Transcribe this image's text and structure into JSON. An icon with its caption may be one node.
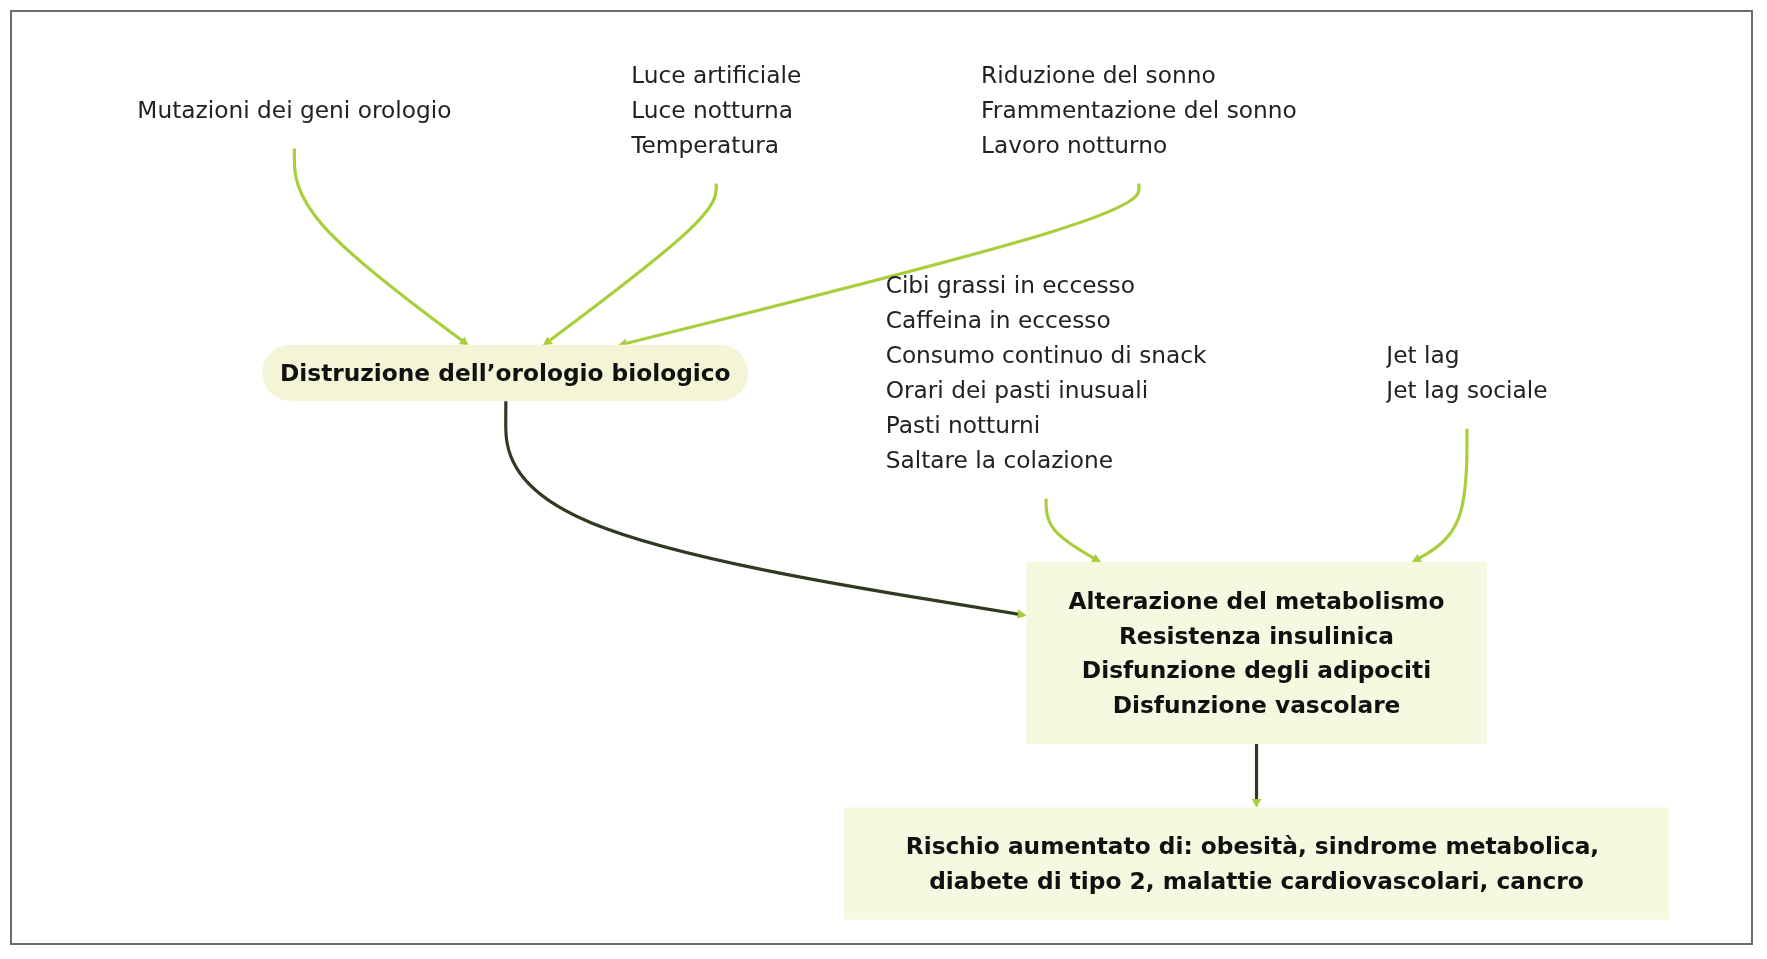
{
  "diagram": {
    "nodes": [
      {
        "text": [
          "Mutazioni dei geni orologio"
        ]
      },
      {
        "text": [
          "Luce artificiale",
          "Luce notturna",
          "Temperatura"
        ]
      },
      {
        "text": [
          "Distruzione dell’orologio biologico"
        ]
      },
      {
        "text": [
          "Riduzione del sonno",
          "Frammentazione del sonno",
          "Lavoro notturno"
        ]
      },
      {
        "text": [
          "Cibi grassi in eccesso",
          "Caffeina in eccesso",
          "Consumo continuo di snack",
          "Orari dei pasti inusuali",
          "Pasti notturni",
          "Saltare la colazione"
        ]
      },
      {
        "text": [
          "Alterazione del metabolismo",
          "Resistenza insulinica",
          "Disfunzione degli adipociti",
          "Disfunzione vascolare"
        ]
      },
      {
        "text": [
          "Jet lag",
          "Jet lag sociale"
        ]
      },
      {
        "text": [
          "Rischio aumentato di: obesità, sindrome metabolica, diabete di tipo 2, malattie cardiovascolari, cancro"
        ]
      }
    ],
    "edges": [
      {
        "from": 0,
        "to": 2,
        "arrow": "to"
      },
      {
        "from": 1,
        "to": 2,
        "arrow": "to"
      },
      {
        "from": 3,
        "to": 2,
        "arrow": "to"
      },
      {
        "from": 2,
        "to": 5,
        "arrow": "to",
        "color": "#2f3a22"
      },
      {
        "from": 4,
        "to": 5,
        "arrow": "to"
      },
      {
        "from": 6,
        "to": 5,
        "arrow": "to"
      },
      {
        "from": 5,
        "to": 7,
        "arrow": "to",
        "color": "#2f3a22"
      }
    ]
  }
}
